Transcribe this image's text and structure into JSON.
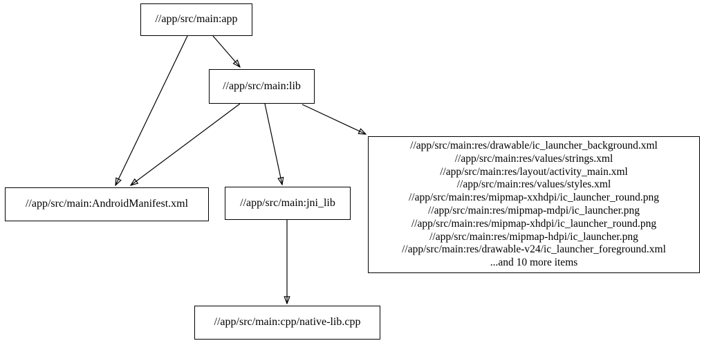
{
  "diagram": {
    "type": "dependency-graph",
    "background_color": "#ffffff",
    "node_fill_color": "#ffffff",
    "node_border_color": "#000000",
    "edge_color": "#000000",
    "text_color": "#000000",
    "nodes": {
      "app": {
        "label": "//app/src/main:app"
      },
      "lib": {
        "label": "//app/src/main:lib"
      },
      "manifest": {
        "label": "//app/src/main:AndroidManifest.xml"
      },
      "jni_lib": {
        "label": "//app/src/main:jni_lib"
      },
      "cpp": {
        "label": "//app/src/main:cpp/native-lib.cpp"
      },
      "res": {
        "lines": [
          "//app/src/main:res/drawable/ic_launcher_background.xml",
          "//app/src/main:res/values/strings.xml",
          "//app/src/main:res/layout/activity_main.xml",
          "//app/src/main:res/values/styles.xml",
          "//app/src/main:res/mipmap-xxhdpi/ic_launcher_round.png",
          "//app/src/main:res/mipmap-mdpi/ic_launcher.png",
          "//app/src/main:res/mipmap-xhdpi/ic_launcher_round.png",
          "//app/src/main:res/mipmap-hdpi/ic_launcher.png",
          "//app/src/main:res/drawable-v24/ic_launcher_foreground.xml",
          "...and 10 more items"
        ]
      }
    },
    "edges": [
      {
        "from": "//app/src/main:app",
        "to": "//app/src/main:AndroidManifest.xml"
      },
      {
        "from": "//app/src/main:app",
        "to": "//app/src/main:lib"
      },
      {
        "from": "//app/src/main:lib",
        "to": "//app/src/main:AndroidManifest.xml"
      },
      {
        "from": "//app/src/main:lib",
        "to": "//app/src/main:jni_lib"
      },
      {
        "from": "//app/src/main:lib",
        "to": "//app/src/main:res (file group)"
      },
      {
        "from": "//app/src/main:jni_lib",
        "to": "//app/src/main:cpp/native-lib.cpp"
      }
    ]
  }
}
